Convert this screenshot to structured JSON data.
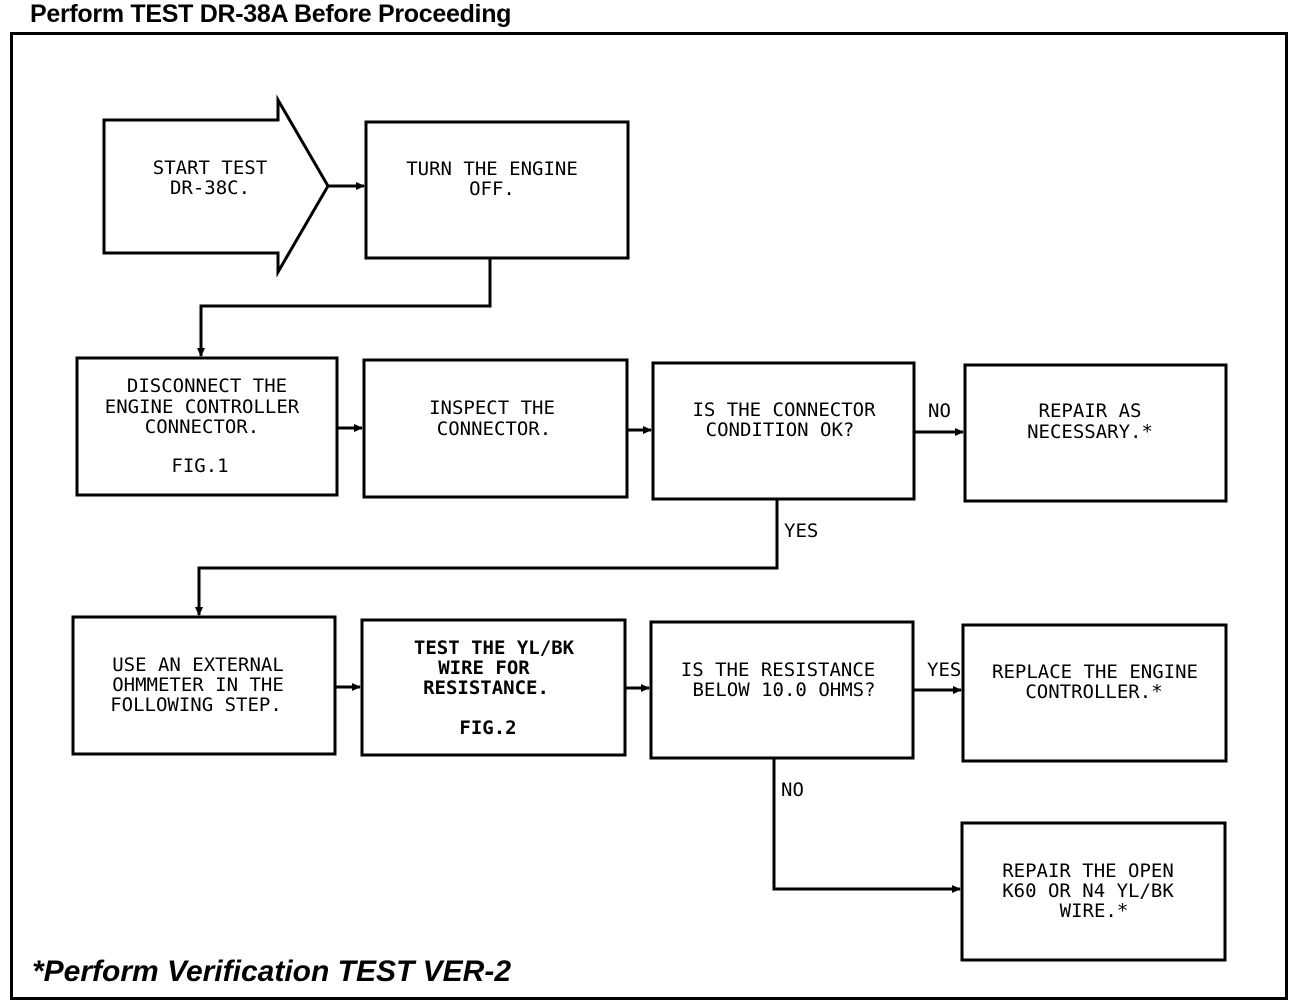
{
  "header": {
    "title": "Perform TEST DR-38A Before Proceeding"
  },
  "footer": {
    "note": "*Perform Verification TEST VER-2"
  },
  "flowchart": {
    "start": {
      "lines": [
        "START TEST",
        "DR-38C."
      ]
    },
    "turn_off": {
      "lines": [
        "TURN THE ENGINE",
        "OFF."
      ]
    },
    "disconnect": {
      "lines": [
        "DISCONNECT THE",
        "ENGINE CONTROLLER",
        "CONNECTOR."
      ],
      "fig": "FIG.1"
    },
    "inspect": {
      "lines": [
        "INSPECT THE",
        "CONNECTOR."
      ]
    },
    "connector_ok": {
      "lines": [
        "IS THE CONNECTOR",
        "CONDITION OK?"
      ]
    },
    "repair_necessary": {
      "lines": [
        "REPAIR AS",
        "NECESSARY.*"
      ]
    },
    "use_ohmmeter": {
      "lines": [
        "USE AN EXTERNAL",
        "OHMMETER IN THE",
        "FOLLOWING STEP."
      ]
    },
    "test_wire": {
      "lines": [
        "TEST THE YL/BK",
        "WIRE FOR",
        "RESISTANCE."
      ],
      "fig": "FIG.2"
    },
    "resistance_q": {
      "lines": [
        "IS THE RESISTANCE",
        "BELOW 10.0 OHMS?"
      ]
    },
    "replace_controller": {
      "lines": [
        "REPLACE THE ENGINE",
        "CONTROLLER.*"
      ]
    },
    "repair_open": {
      "lines": [
        "REPAIR THE OPEN",
        "K60 OR N4 YL/BK",
        "WIRE.*"
      ]
    },
    "labels": {
      "no_1": "NO",
      "yes_1": "YES",
      "yes_2": "YES",
      "no_2": "NO"
    }
  }
}
